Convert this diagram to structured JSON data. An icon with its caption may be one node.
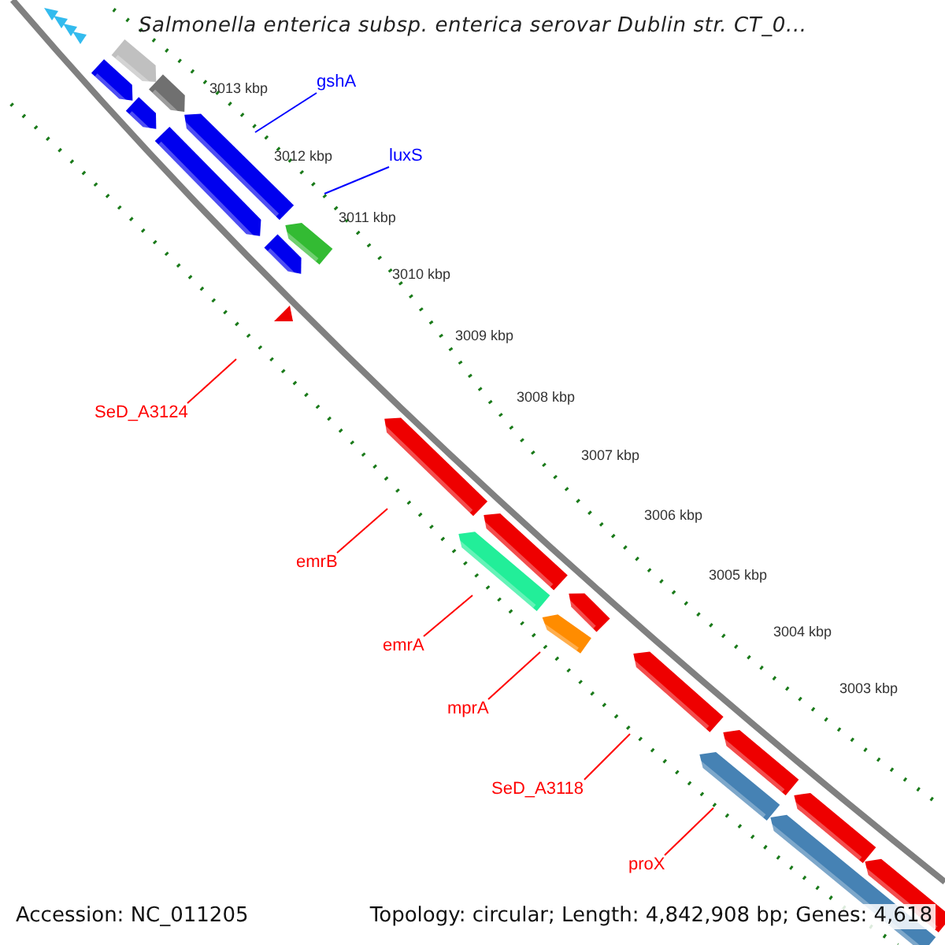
{
  "diagram": {
    "title": "Salmonella enterica subsp. enterica serovar Dublin str. CT_0...",
    "nodes": [
      {
        "text": [
          "gshA"
        ]
      },
      {
        "text": [
          "luxS"
        ]
      },
      {
        "text": [
          "SeD_A3124"
        ]
      },
      {
        "text": [
          "emrB"
        ]
      },
      {
        "text": [
          "emrA"
        ]
      },
      {
        "text": [
          "mprA"
        ]
      },
      {
        "text": [
          "SeD_A3118"
        ]
      },
      {
        "text": [
          "proX"
        ]
      }
    ],
    "edges": [
      {
        "from": 0,
        "to": null,
        "arrow": "none",
        "color": "#0000ff"
      },
      {
        "from": 1,
        "to": null,
        "arrow": "none",
        "color": "#0000ff"
      },
      {
        "from": 2,
        "to": null,
        "arrow": "none"
      },
      {
        "from": 3,
        "to": null,
        "arrow": "none"
      },
      {
        "from": 4,
        "to": null,
        "arrow": "none"
      },
      {
        "from": 5,
        "to": null,
        "arrow": "none"
      },
      {
        "from": 6,
        "to": null,
        "arrow": "none"
      },
      {
        "from": 7,
        "to": null,
        "arrow": "none"
      }
    ],
    "labels": [
      "3013 kbp",
      "3012 kbp",
      "3011 kbp",
      "3010 kbp",
      "3009 kbp",
      "3008 kbp",
      "3007 kbp",
      "3006 kbp",
      "3005 kbp",
      "3004 kbp",
      "3003 kbp",
      "Accession: NC_011205",
      "Topology: circular; Length: 4,842,908 bp; Genes: 4,618"
    ]
  }
}
